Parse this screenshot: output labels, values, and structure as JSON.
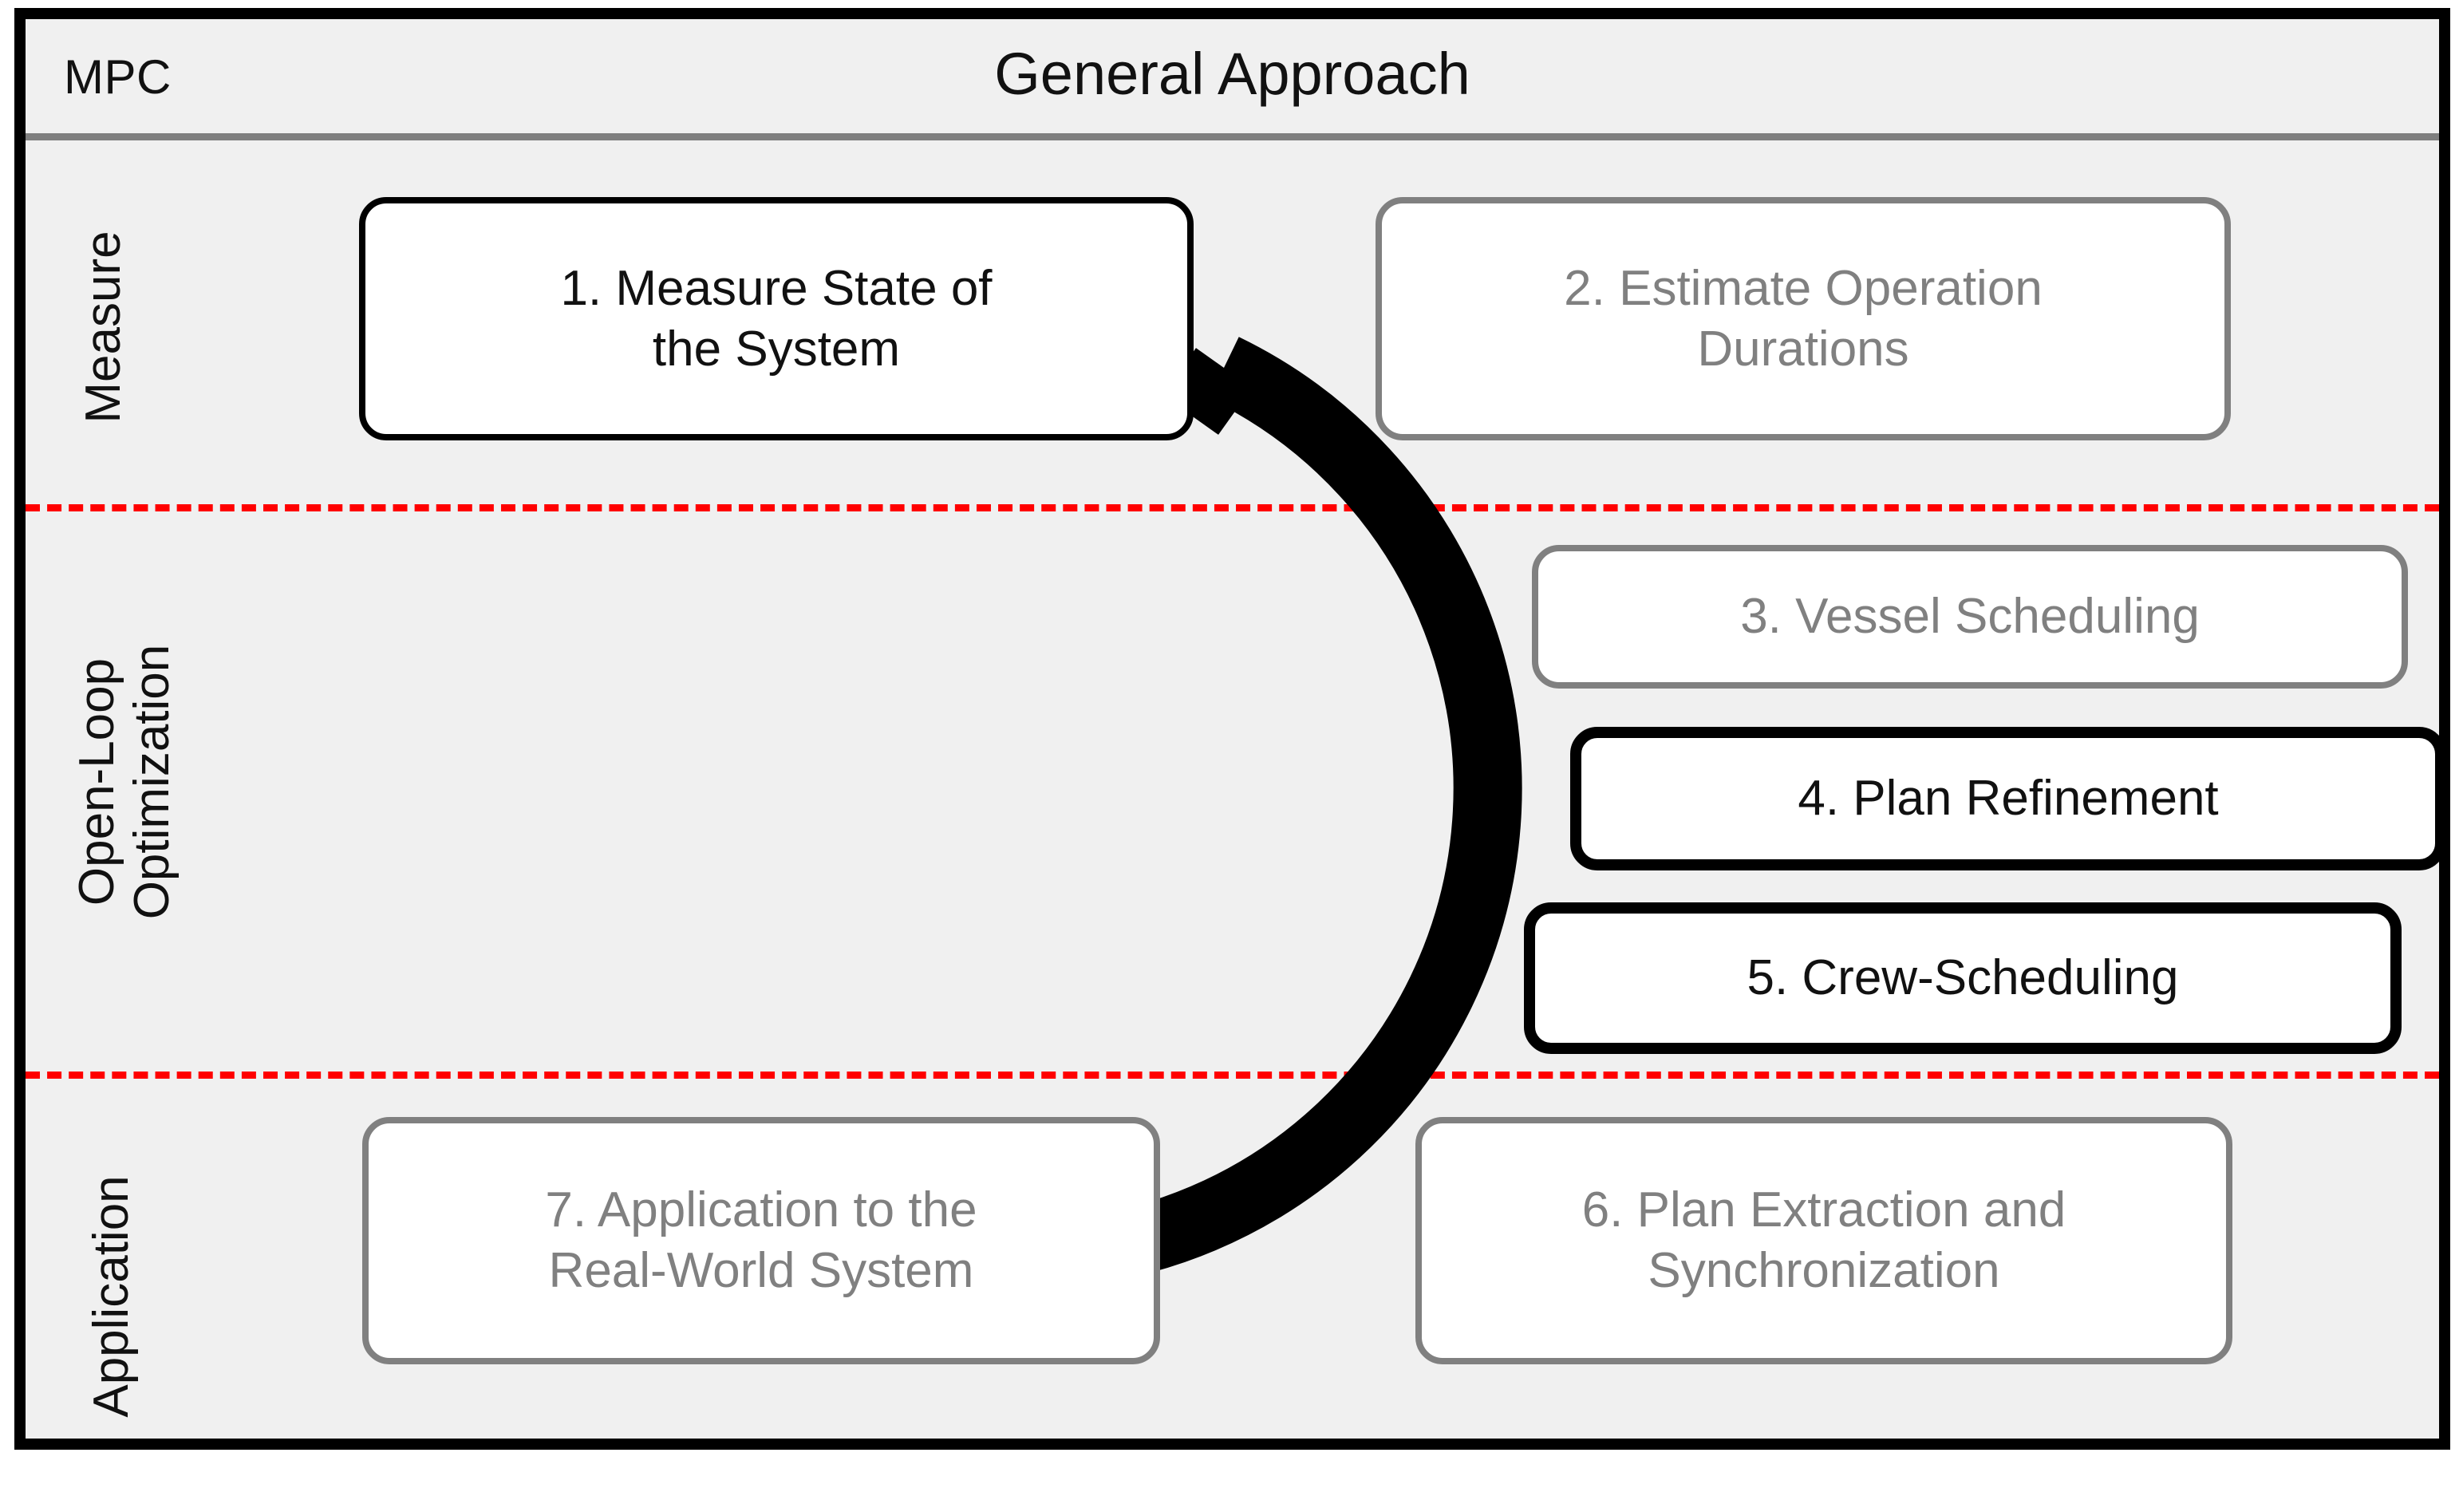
{
  "header": {
    "left_label": "MPC",
    "title": "General Approach"
  },
  "rows": [
    {
      "key": "measure",
      "label": "Measure"
    },
    {
      "key": "open_loop",
      "label_line1": "Open-Loop",
      "label_line2": "Optimization"
    },
    {
      "key": "application",
      "label": "Application"
    }
  ],
  "steps": [
    {
      "number": "1",
      "text_line1": "1. Measure State of",
      "text_line2": "the System",
      "style": "active"
    },
    {
      "number": "2",
      "text_line1": "2. Estimate Operation",
      "text_line2": "Durations",
      "style": "muted"
    },
    {
      "number": "3",
      "text_line1": "3. Vessel Scheduling",
      "text_line2": "",
      "style": "muted"
    },
    {
      "number": "4",
      "text_line1": "4. Plan Refinement",
      "text_line2": "",
      "style": "emphasis"
    },
    {
      "number": "5",
      "text_line1": "5. Crew-Scheduling",
      "text_line2": "",
      "style": "emphasis"
    },
    {
      "number": "6",
      "text_line1": "6. Plan Extraction and",
      "text_line2": "Synchronization",
      "style": "muted"
    },
    {
      "number": "7",
      "text_line1": "7. Application to the",
      "text_line2": "Real-World System",
      "style": "muted"
    }
  ],
  "colors": {
    "frame_border": "#000000",
    "panel_background": "#f0f0f0",
    "header_divider": "#7f7f7f",
    "row_separator": "#ff0000",
    "muted_text": "#808080",
    "active_text": "#111111",
    "cycle_arrow": "#000000",
    "box_fill": "#ffffff"
  },
  "cycle": {
    "name": "mpc-cycle-arrow",
    "direction": "clockwise",
    "description": "Closed-loop arrow connecting steps 1 through 7"
  }
}
